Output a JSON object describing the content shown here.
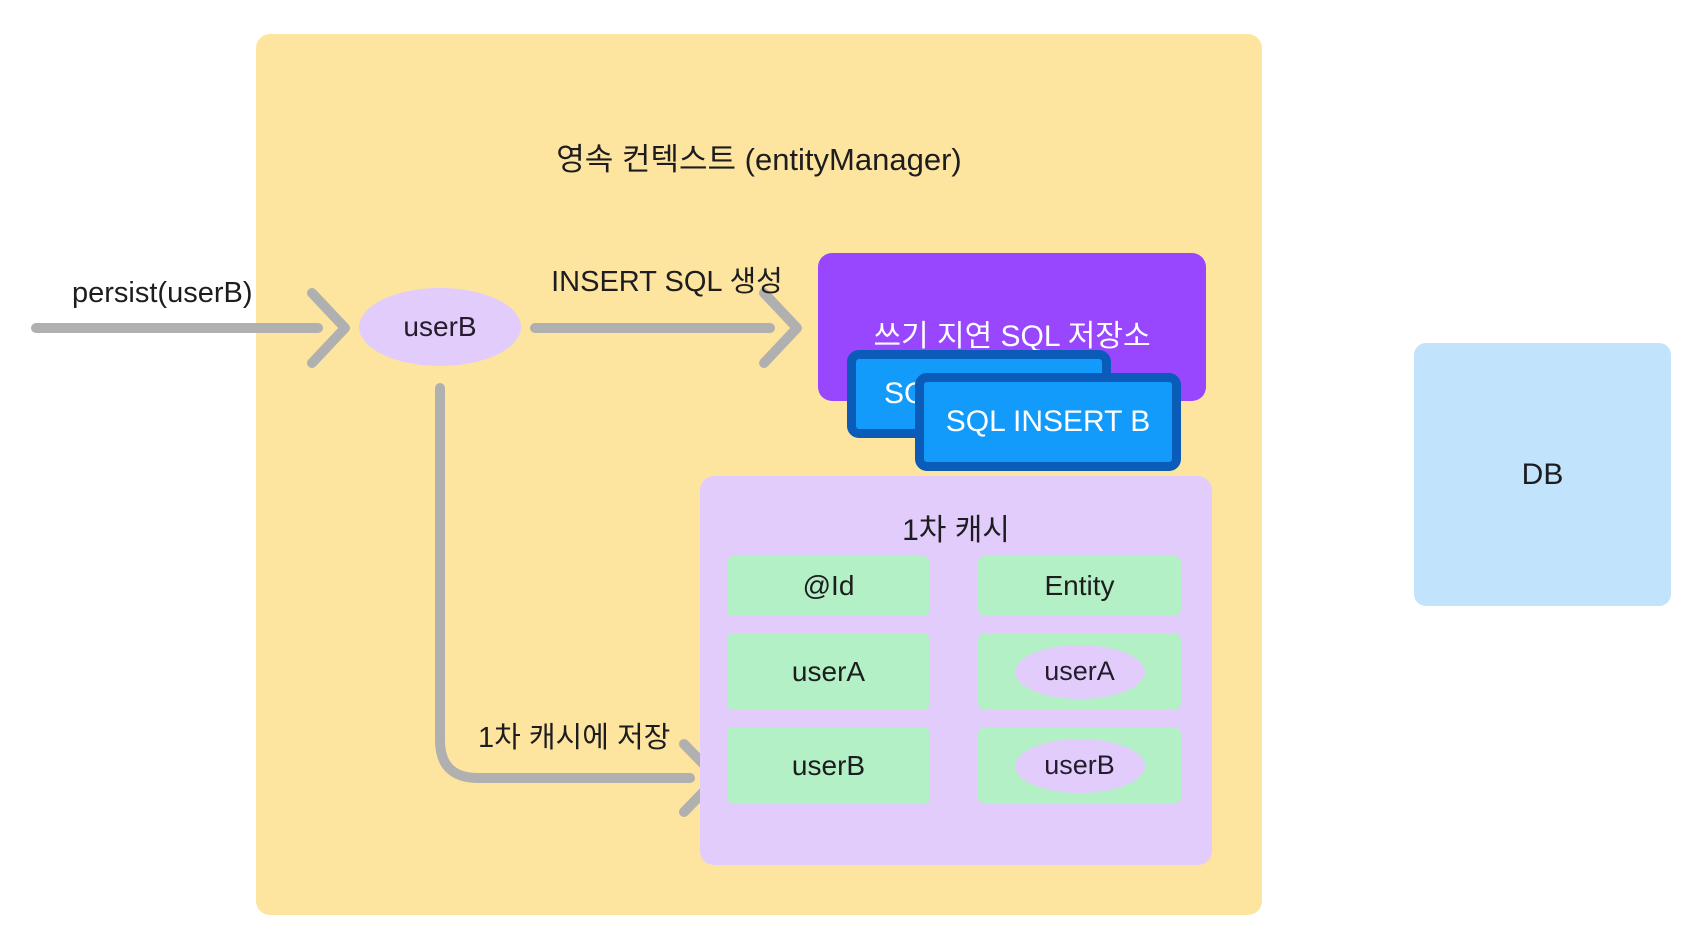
{
  "diagram": {
    "persistence_context": {
      "title": "영속 컨텍스트 (entityManager)",
      "bg_color": "#fde5a0"
    },
    "entity": {
      "label": "userB",
      "bg_color": "#e2ccfb"
    },
    "arrows": {
      "persist_label": "persist(userB)",
      "insert_sql_label": "INSERT SQL 생성",
      "cache_store_label": "1차 캐시에 저장",
      "color": "#b0b0b0"
    },
    "sql_store": {
      "title": "쓰기 지연 SQL 저장소",
      "bg_color": "#9946ff",
      "cards": [
        {
          "label": "SQL INSERT A",
          "fill": "#129bfb",
          "border": "#0b5cb8"
        },
        {
          "label": "SQL INSERT B",
          "fill": "#129bfb",
          "border": "#0b5cb8"
        }
      ]
    },
    "first_level_cache": {
      "title": "1차 캐시",
      "bg_color": "#e2ccfb",
      "cell_color": "#b3f0c5",
      "headers": [
        "@Id",
        "Entity"
      ],
      "rows": [
        {
          "id": "userA",
          "entity": "userA"
        },
        {
          "id": "userB",
          "entity": "userB"
        }
      ]
    },
    "database": {
      "label": "DB",
      "bg_color": "#c1e3fb"
    }
  }
}
